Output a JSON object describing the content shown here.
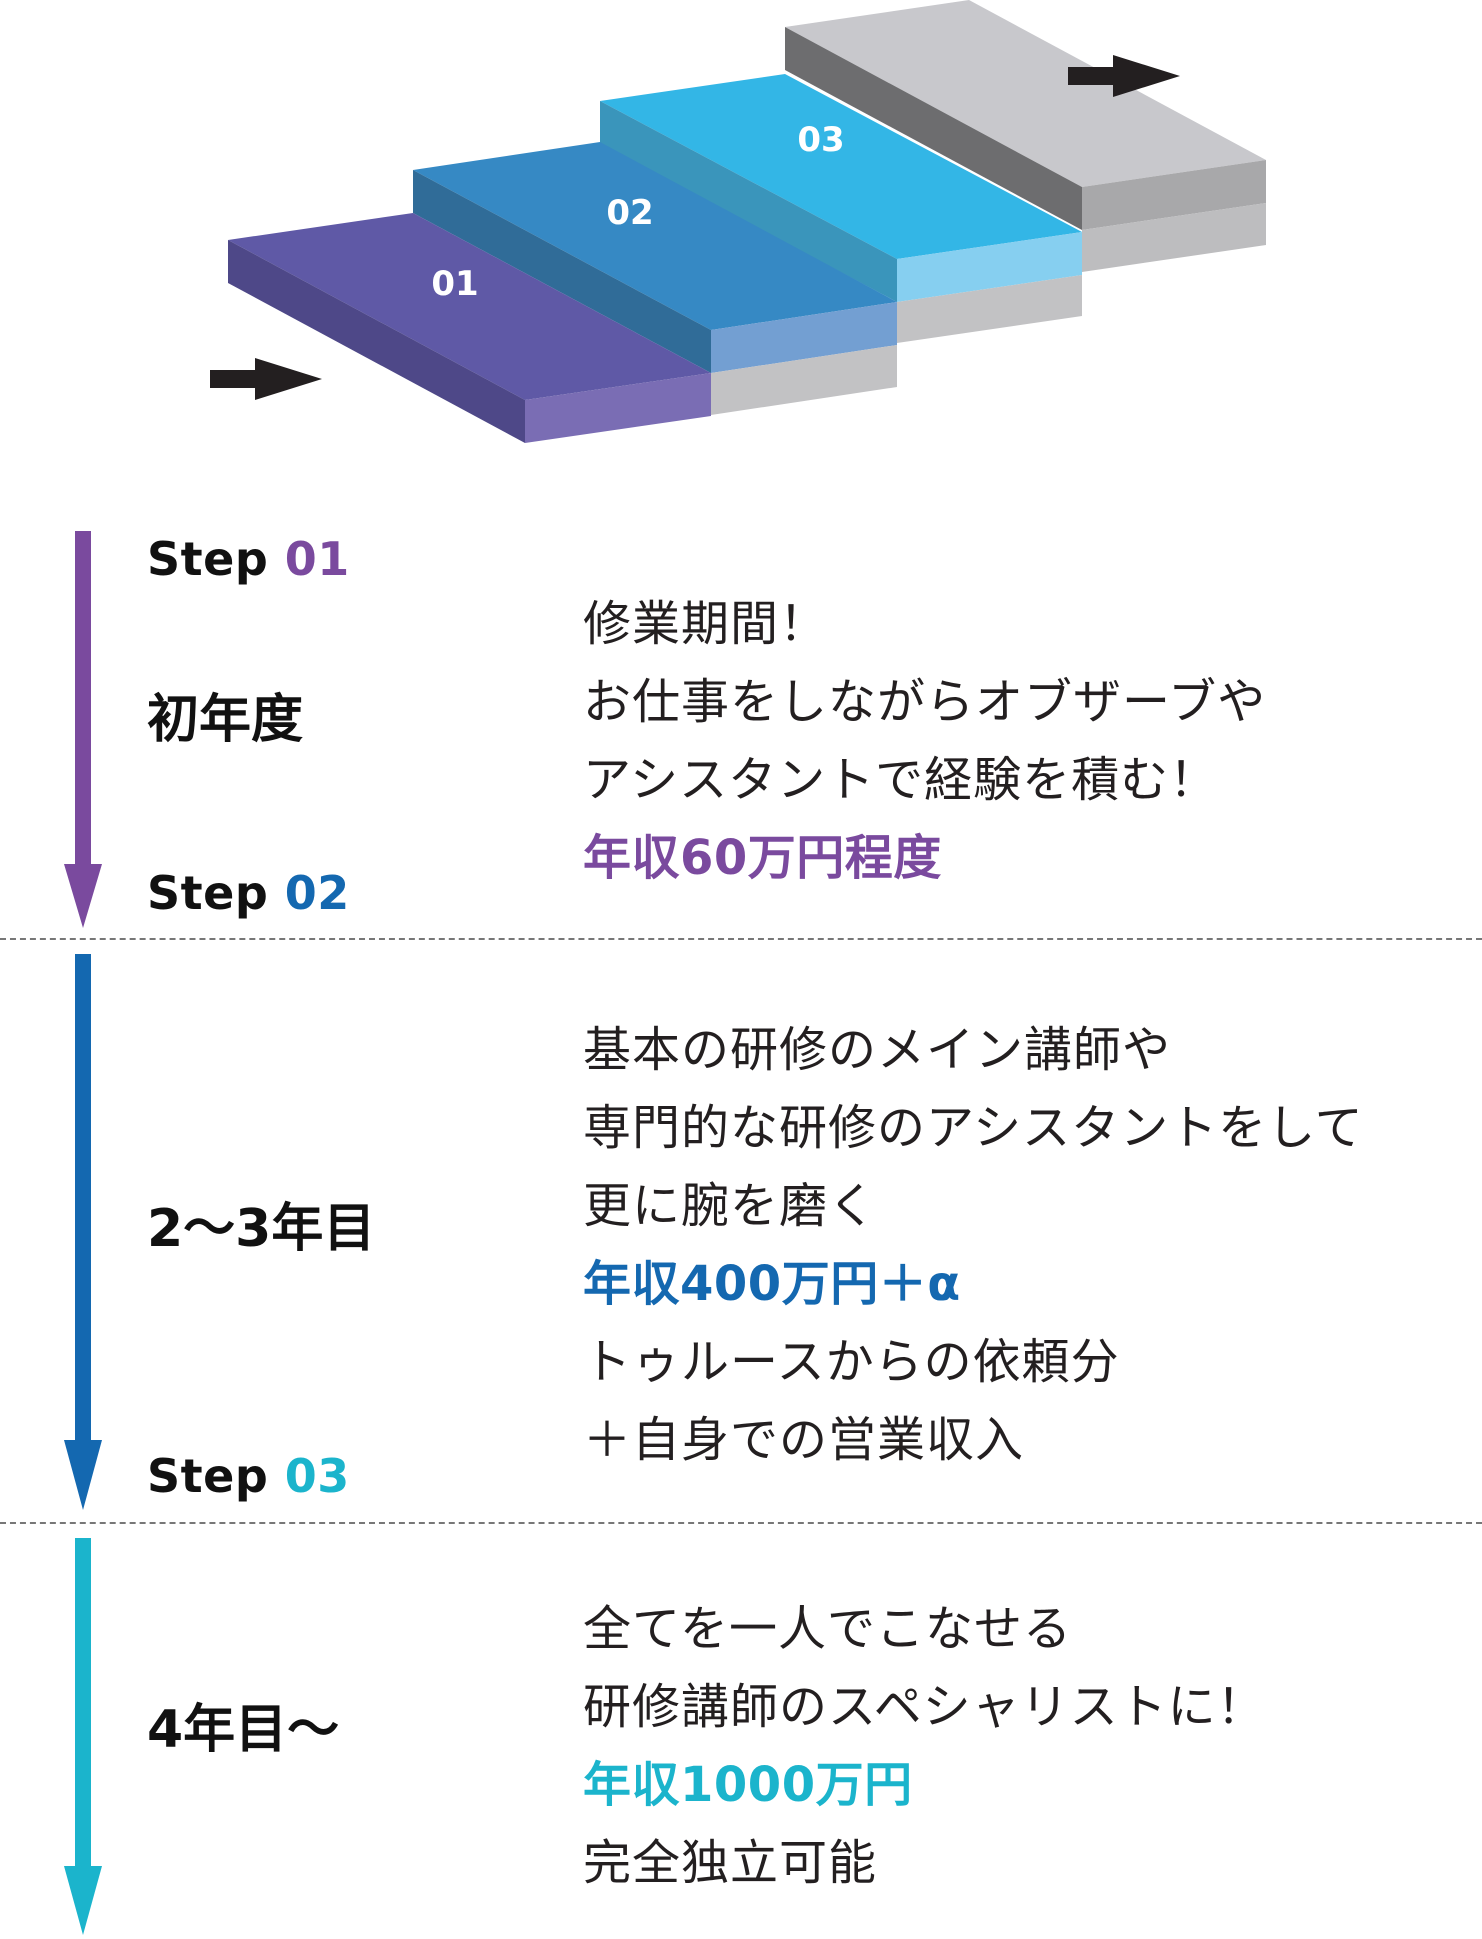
{
  "colors": {
    "step1": "#7a4a9e",
    "step2": "#1468b0",
    "step3": "#1bb4cc",
    "stair1_top": "#5f59a6",
    "stair2_top": "#3689c4",
    "stair3_top": "#33b6e6",
    "stair4_top": "#c8c8cc",
    "arrow": "#231f20"
  },
  "icons": [
    "arrow-right-icon",
    "arrow-down-icon"
  ],
  "stairs": {
    "labels": [
      "01",
      "02",
      "03"
    ]
  },
  "steps": [
    {
      "label_prefix": "Step ",
      "label_number": "01"
    },
    {
      "label_prefix": "Step ",
      "label_number": "02"
    },
    {
      "label_prefix": "Step ",
      "label_number": "03"
    }
  ],
  "stages": [
    {
      "period": "初年度",
      "lines": [
        "修業期間！",
        "お仕事をしながらオブザーブや",
        "アシスタントで経験を積む！"
      ],
      "income": "年収60万円程度",
      "after": []
    },
    {
      "period": "2～3年目",
      "lines": [
        "基本の研修のメイン講師や",
        "専門的な研修のアシスタントをして",
        "更に腕を磨く"
      ],
      "income": "年収400万円＋α",
      "after": [
        "トゥルースからの依頼分",
        "＋自身での営業収入"
      ]
    },
    {
      "period": "4年目～",
      "lines": [
        "全てを一人でこなせる",
        "研修講師のスペシャリストに！"
      ],
      "income": "年収1000万円",
      "after": [
        "完全独立可能"
      ]
    }
  ]
}
